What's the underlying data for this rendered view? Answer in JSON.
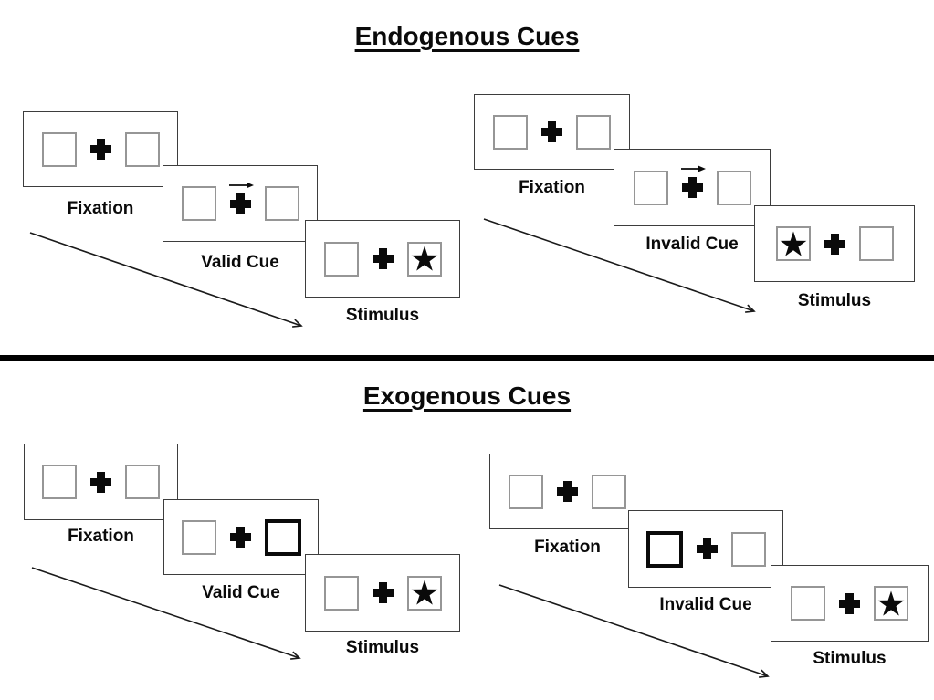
{
  "diagram": {
    "kind": "posner-cueing-task",
    "colors": {
      "background": "#ffffff",
      "panel_border": "#3d3d3d",
      "square_border": "#969696",
      "ink": "#0a0a0a",
      "divider": "#000000"
    },
    "icons": {
      "star": "★",
      "cue_arrow": "→",
      "fixation_cross": "✚"
    },
    "sections": {
      "endogenous": {
        "title": "Endogenous Cues",
        "valid": {
          "fixation_label": "Fixation",
          "cue_label": "Valid Cue",
          "stimulus_label": "Stimulus",
          "cue_type": "central-arrow-pointing-right",
          "stimulus_star_side": "right"
        },
        "invalid": {
          "fixation_label": "Fixation",
          "cue_label": "Invalid Cue",
          "stimulus_label": "Stimulus",
          "cue_type": "central-arrow-pointing-right",
          "stimulus_star_side": "left"
        }
      },
      "exogenous": {
        "title": "Exogenous Cues",
        "valid": {
          "fixation_label": "Fixation",
          "cue_label": "Valid Cue",
          "stimulus_label": "Stimulus",
          "cue_type": "highlighted-box-right",
          "stimulus_star_side": "right"
        },
        "invalid": {
          "fixation_label": "Fixation",
          "cue_label": "Invalid Cue",
          "stimulus_label": "Stimulus",
          "cue_type": "highlighted-box-left",
          "stimulus_star_side": "right"
        }
      }
    }
  }
}
